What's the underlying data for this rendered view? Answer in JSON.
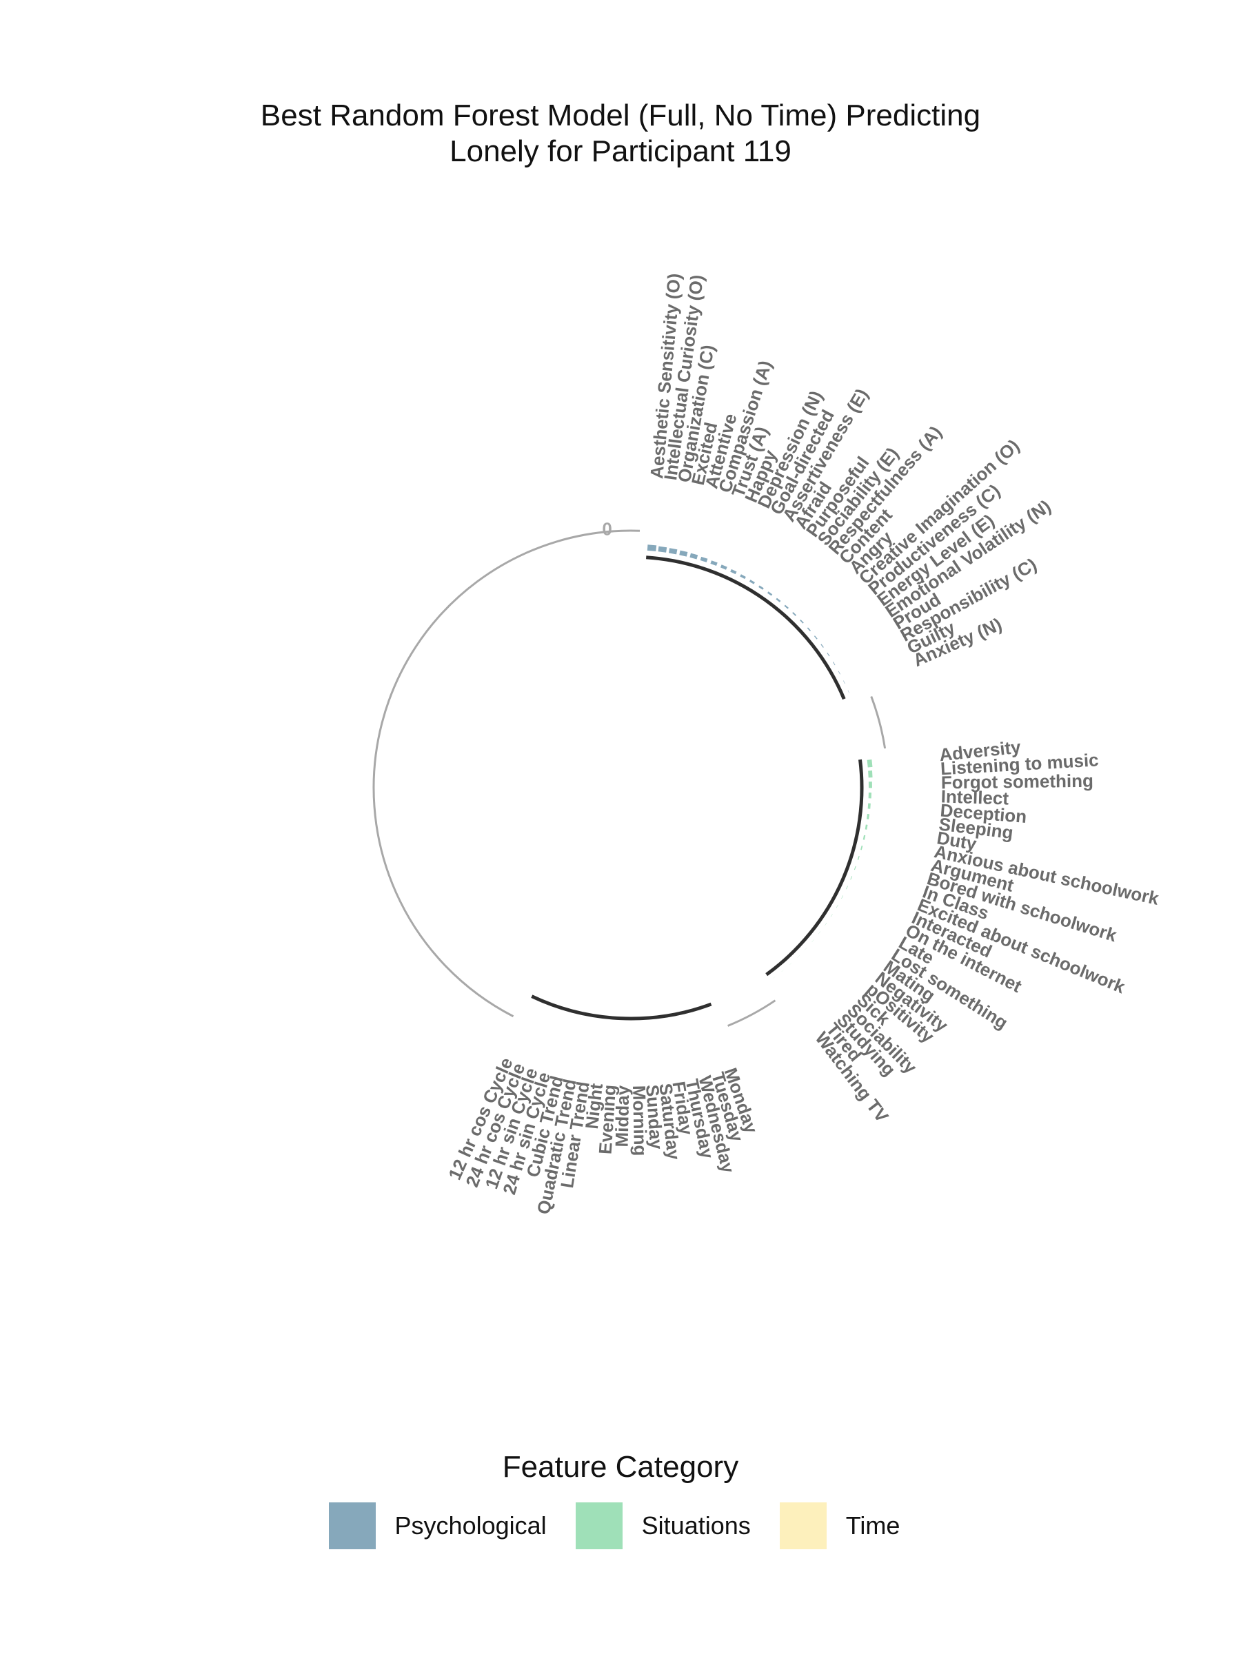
{
  "chart_data": {
    "type": "circular-bar",
    "title_lines": [
      "Best Random Forest Model (Full, No Time) Predicting",
      "Lonely for Participant 119"
    ],
    "radial_tick_label": "0",
    "legend": {
      "title": "Feature Category",
      "entries": [
        {
          "name": "Psychological",
          "color": "#86a8bb"
        },
        {
          "name": "Situations",
          "color": "#9fe0b8"
        },
        {
          "name": "Time",
          "color": "#fdf0bc"
        }
      ]
    },
    "groups": [
      {
        "category": "Psychological",
        "color": "#86a8bb",
        "features": [
          {
            "label": "Aesthetic Sensitivity (O)",
            "value": 0.95
          },
          {
            "label": "Intellectual Curiosity (O)",
            "value": 0.85
          },
          {
            "label": "Organization (C)",
            "value": 0.8
          },
          {
            "label": "Excited",
            "value": 0.75
          },
          {
            "label": "Attentive",
            "value": 0.7
          },
          {
            "label": "Compassion (A)",
            "value": 0.6
          },
          {
            "label": "Trust (A)",
            "value": 0.55
          },
          {
            "label": "Happy",
            "value": 0.5
          },
          {
            "label": "Depression (N)",
            "value": 0.45
          },
          {
            "label": "Goal-directed",
            "value": 0.4
          },
          {
            "label": "Assertiveness (E)",
            "value": 0.35
          },
          {
            "label": "Afraid",
            "value": 0.32
          },
          {
            "label": "Purposeful",
            "value": 0.3
          },
          {
            "label": "Sociability (E)",
            "value": 0.28
          },
          {
            "label": "Respectfulness (A)",
            "value": 0.25
          },
          {
            "label": "Content",
            "value": 0.22
          },
          {
            "label": "Angry",
            "value": 0.2
          },
          {
            "label": "Creative Imagination (O)",
            "value": 0.18
          },
          {
            "label": "Productiveness (C)",
            "value": 0.16
          },
          {
            "label": "Energy Level (E)",
            "value": 0.14
          },
          {
            "label": "Emotional Volatility (N)",
            "value": 0.12
          },
          {
            "label": "Proud",
            "value": 0.1
          },
          {
            "label": "Responsibility (C)",
            "value": 0.08
          },
          {
            "label": "Guilty",
            "value": 0.06
          },
          {
            "label": "Anxiety (N)",
            "value": 0.04
          }
        ]
      },
      {
        "category": "Situations",
        "color": "#9fe0b8",
        "features": [
          {
            "label": "Adversity",
            "value": 0.75
          },
          {
            "label": "Listening to music",
            "value": 0.65
          },
          {
            "label": "Forgot something",
            "value": 0.55
          },
          {
            "label": "Intellect",
            "value": 0.45
          },
          {
            "label": "Deception",
            "value": 0.4
          },
          {
            "label": "Sleeping",
            "value": 0.35
          },
          {
            "label": "Duty",
            "value": 0.3
          },
          {
            "label": "Anxious about schoolwork",
            "value": 0.25
          },
          {
            "label": "Argument",
            "value": 0.2
          },
          {
            "label": "Bored with schoolwork",
            "value": 0.15
          },
          {
            "label": "In Class",
            "value": 0.12
          },
          {
            "label": "Excited about schoolwork",
            "value": 0.1
          },
          {
            "label": "Interacted",
            "value": 0.08
          },
          {
            "label": "On the internet",
            "value": 0.06
          },
          {
            "label": "Late",
            "value": 0.05
          },
          {
            "label": "Lost something",
            "value": 0.04
          },
          {
            "label": "Mating",
            "value": 0.03
          },
          {
            "label": "Negativity",
            "value": 0.02
          },
          {
            "label": "pOsitivity",
            "value": 0.02
          },
          {
            "label": "Sick",
            "value": 0.01
          },
          {
            "label": "Sociability",
            "value": 0.01
          },
          {
            "label": "Studying",
            "value": 0.01
          },
          {
            "label": "Tired",
            "value": 0.01
          },
          {
            "label": "Watching TV",
            "value": 0.01
          }
        ]
      },
      {
        "category": "Time",
        "color": "#fdf0bc",
        "features": [
          {
            "label": "Monday",
            "value": 0
          },
          {
            "label": "Tuesday",
            "value": 0
          },
          {
            "label": "Wednesday",
            "value": 0
          },
          {
            "label": "Thursday",
            "value": 0
          },
          {
            "label": "Friday",
            "value": 0
          },
          {
            "label": "Saturday",
            "value": 0
          },
          {
            "label": "Sunday",
            "value": 0
          },
          {
            "label": "Morning",
            "value": 0
          },
          {
            "label": "Midday",
            "value": 0
          },
          {
            "label": "Evening",
            "value": 0
          },
          {
            "label": "Night",
            "value": 0
          },
          {
            "label": "Linear Trend",
            "value": 0
          },
          {
            "label": "Quadratic Trend",
            "value": 0
          },
          {
            "label": "Cubic Trend",
            "value": 0
          },
          {
            "label": "24 hr sin Cycle",
            "value": 0
          },
          {
            "label": "12 hr sin Cycle",
            "value": 0
          },
          {
            "label": "24 hr cos Cycle",
            "value": 0
          },
          {
            "label": "12 hr cos Cycle",
            "value": 0
          }
        ]
      }
    ]
  }
}
